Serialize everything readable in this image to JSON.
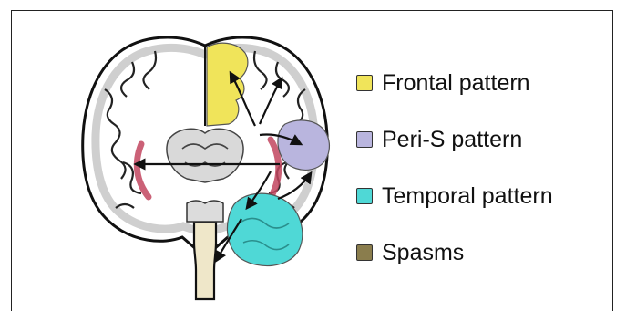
{
  "legend": {
    "items": [
      {
        "label": "Frontal pattern",
        "color": "#f0e45a"
      },
      {
        "label": "Peri-S pattern",
        "color": "#b9b5de"
      },
      {
        "label": "Temporal pattern",
        "color": "#4fd8d6"
      },
      {
        "label": "Spasms",
        "color": "#8a7d4d"
      }
    ]
  },
  "diagram": {
    "regions": [
      {
        "name": "frontal",
        "color": "#f0e45a"
      },
      {
        "name": "peri-sylvian",
        "color": "#b9b5de"
      },
      {
        "name": "temporal",
        "color": "#4fd8d6"
      },
      {
        "name": "insula",
        "color": "#c2455f"
      },
      {
        "name": "brainstem",
        "color": "#efe7c9"
      }
    ]
  }
}
